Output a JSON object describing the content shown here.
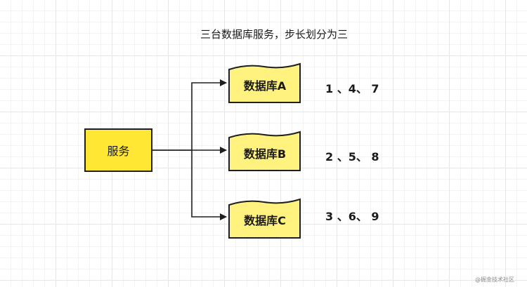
{
  "title": "三台数据库服务，步长划分为三",
  "service": {
    "label": "服务"
  },
  "databases": [
    {
      "label": "数据库A",
      "sequence": "1 、4、 7"
    },
    {
      "label": "数据库B",
      "sequence": "2 、5、 8"
    },
    {
      "label": "数据库C",
      "sequence": "3 、6、 9"
    }
  ],
  "watermark": "@掘金技术社区",
  "colors": {
    "service_fill": "#ffe734",
    "database_fill": "#fff27f",
    "stroke": "#1f1f1f"
  }
}
